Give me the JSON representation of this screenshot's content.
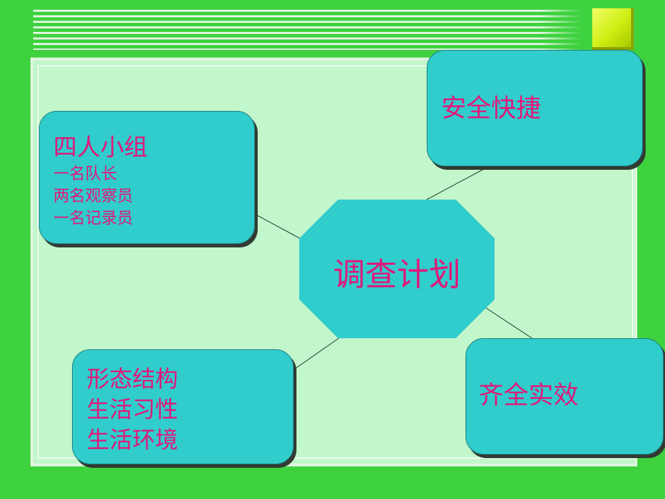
{
  "center": {
    "label": "调查计划"
  },
  "nodes": {
    "team": {
      "title": "四人小组",
      "lines": [
        "一名队长",
        "两名观察员",
        "一名记录员"
      ]
    },
    "safe": {
      "label": "安全快捷"
    },
    "traits": {
      "lines": [
        "形态结构",
        "生活习性",
        "生活环境"
      ]
    },
    "effect": {
      "label": "齐全实效"
    }
  },
  "colors": {
    "background": "#3fd23f",
    "panel": "#c2f6cb",
    "node_fill": "#31cccc",
    "text": "#e0187a",
    "accent_square": "#cfee14"
  }
}
